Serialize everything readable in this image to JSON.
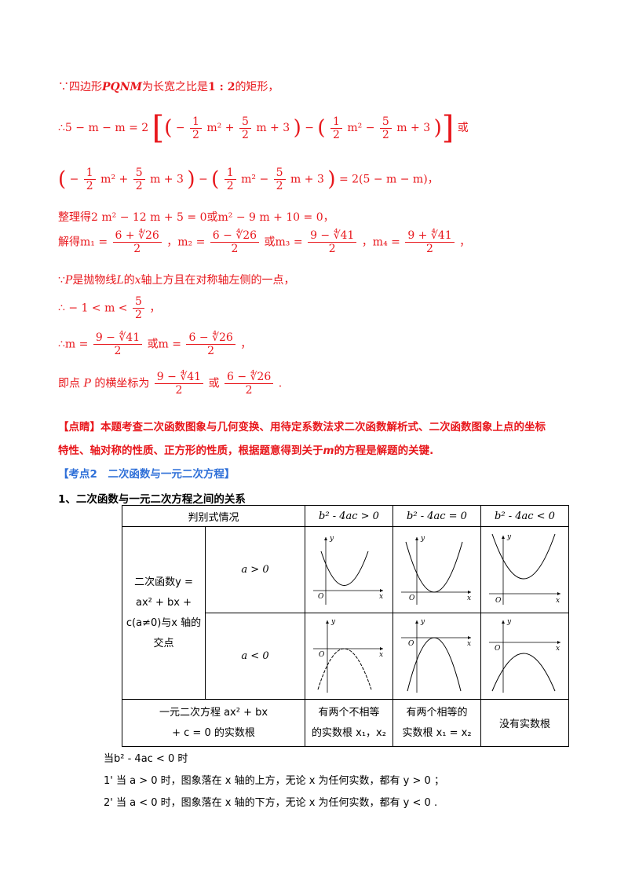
{
  "lines": {
    "l1_because": "∵",
    "l1_a": "四边形",
    "l1_b": "PQNM",
    "l1_c": "为长宽之比是",
    "l1_d": "1 : 2",
    "l1_e": "的矩形，",
    "l2_a": "∴5 − m − m = 2",
    "l2_or": "或",
    "l3_right": "= 2(5 − m − m)，",
    "l4": "整理得2 m² − 12 m + 5 = 0或m² − 9 m + 10 = 0，",
    "l5_a": "解得m₁ =",
    "l5_b": "，m₂ =",
    "l5_c": "或m₃ =",
    "l5_d": "，m₄ =",
    "l5_e": "，",
    "l6_a": "∵",
    "l6_b": "P",
    "l6_c": "是抛物线",
    "l6_d": "L",
    "l6_e": "的",
    "l6_f": "x",
    "l6_g": "轴上方且在对称轴左侧的一点，",
    "l7": "∴ − 1 < m <",
    "l8_a": "∴m =",
    "l8_b": "或m =",
    "l8_c": "，",
    "l9_a": "即点",
    "l9_b": "P",
    "l9_c": "的横坐标为",
    "l9_d": "或",
    "l9_e": "."
  },
  "fractions": {
    "half": {
      "num": "1",
      "den": "2"
    },
    "five_half": {
      "num": "5",
      "den": "2"
    },
    "m1": {
      "num": "6 + ∜26",
      "den": "2"
    },
    "m2": {
      "num": "6 − ∜26",
      "den": "2"
    },
    "m3": {
      "num": "9 − ∜41",
      "den": "2"
    },
    "m4": {
      "num": "9 + ∜41",
      "den": "2"
    }
  },
  "terms": {
    "neg": "−",
    "m2_plus": "m² +",
    "m2_minus": "m² −",
    "m_plus3": "m + 3",
    "minus": "−"
  },
  "remark": {
    "label": "【点睛】",
    "text1": "本题考查二次函数图象与几何变换、用待定系数法求二次函数解析式、二次函数图象上点的坐标",
    "text2a": "特性、轴对称的性质、正方形的性质，根据题意得到关于",
    "text2m": "m",
    "text2b": "的方程是解题的关键."
  },
  "section_heading": "【考点2　二次函数与一元二次方程】",
  "subheading": "1、二次函数与一元二次方程之间的关系",
  "table": {
    "header": [
      "判别式情况",
      "b² - 4ac > 0",
      "b² - 4ac = 0",
      "b² - 4ac < 0"
    ],
    "row_label": [
      "二次函数y =",
      "ax² + bx +",
      "c(a≠0)与x 轴的",
      "交点"
    ],
    "a_pos": "a > 0",
    "a_neg": "a < 0",
    "eq_label": [
      "一元二次方程 ax² + bx",
      "+ c = 0 的实数根"
    ],
    "roots": [
      [
        "有两个不相等",
        "的实数根 x₁，x₂"
      ],
      [
        "有两个相等的",
        "实数根 x₁ = x₂"
      ],
      [
        "没有实数根"
      ]
    ],
    "axis_y": "y",
    "axis_x": "x",
    "origin": "O"
  },
  "notes": {
    "n1": "当b² - 4ac < 0 时",
    "n2": "1'  当 a > 0 时，图象落在 x 轴的上方，无论 x 为任何实数，都有 y > 0 ；",
    "n3": "2'  当 a < 0 时，图象落在 x 轴的下方，无论 x 为任何实数，都有 y < 0 ."
  }
}
